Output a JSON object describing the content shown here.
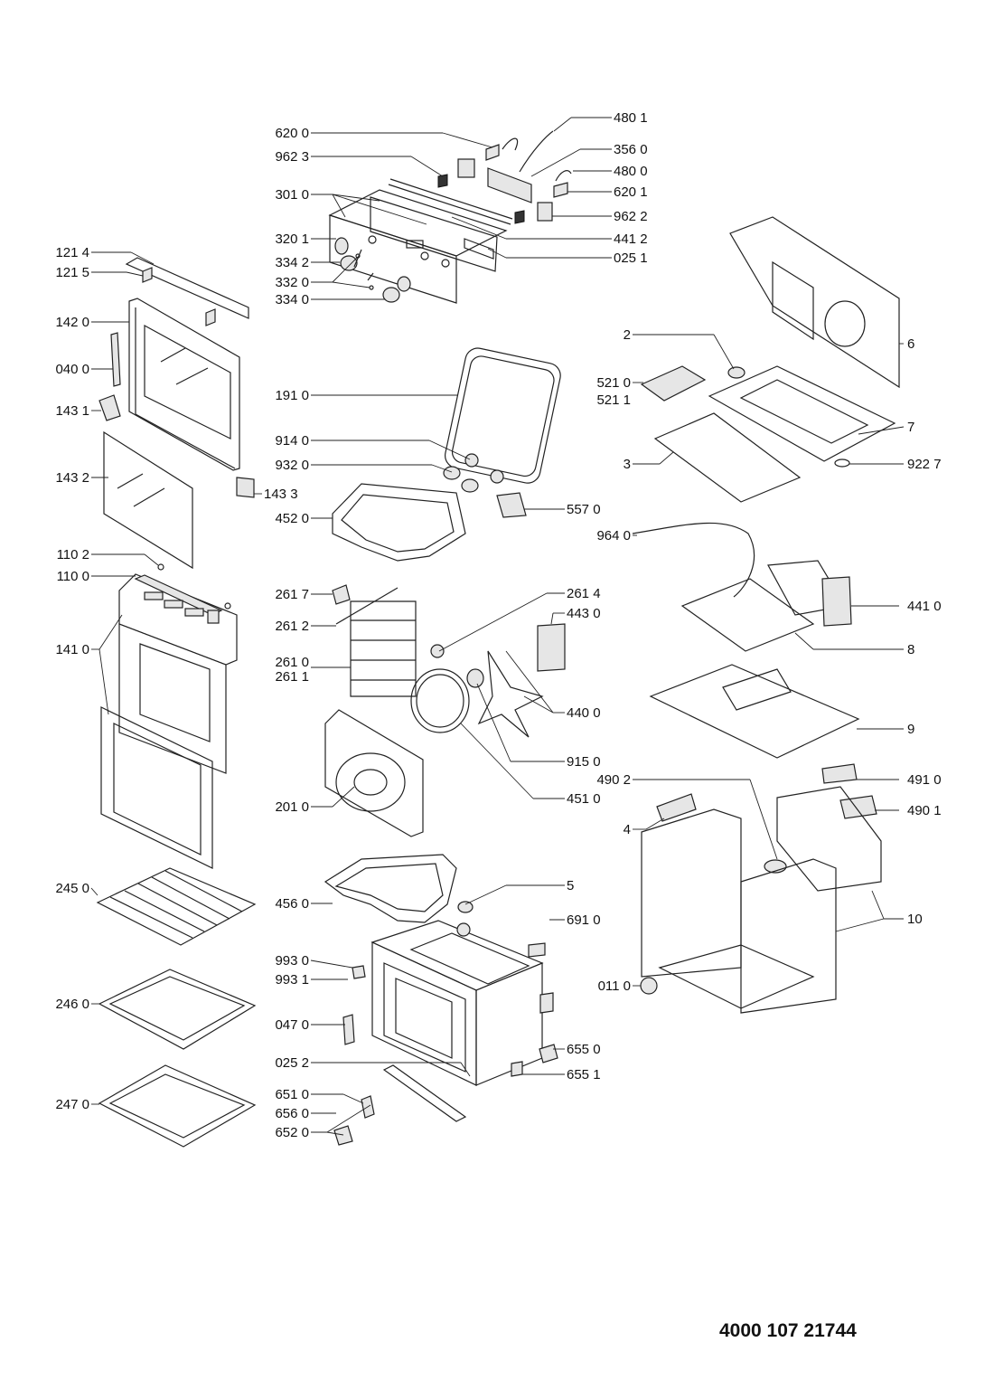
{
  "document_number": "4000 107 21744",
  "labels": [
    "620 0",
    "962 3",
    "301 0",
    "320 1",
    "334 2",
    "332 0",
    "334 0",
    "480 1",
    "356 0",
    "480 0",
    "620 1",
    "962 2",
    "441 2",
    "025 1",
    "121 4",
    "121 5",
    "142 0",
    "040 0",
    "143 1",
    "143 2",
    "143 3",
    "110 2",
    "110 0",
    "141 0",
    "191 0",
    "914 0",
    "932 0",
    "452 0",
    "557 0",
    "2",
    "521 0",
    "521 1",
    "3",
    "6",
    "7",
    "922 7",
    "964 0",
    "261 7",
    "261 2",
    "261 0",
    "261 1",
    "261 4",
    "443 0",
    "441 0",
    "8",
    "440 0",
    "915 0",
    "9",
    "490 2",
    "451 0",
    "491 0",
    "201 0",
    "4",
    "490 1",
    "456 0",
    "5",
    "691 0",
    "10",
    "245 0",
    "993 0",
    "993 1",
    "011 0",
    "246 0",
    "047 0",
    "655 0",
    "025 2",
    "655 1",
    "651 0",
    "656 0",
    "652 0",
    "247 0"
  ]
}
